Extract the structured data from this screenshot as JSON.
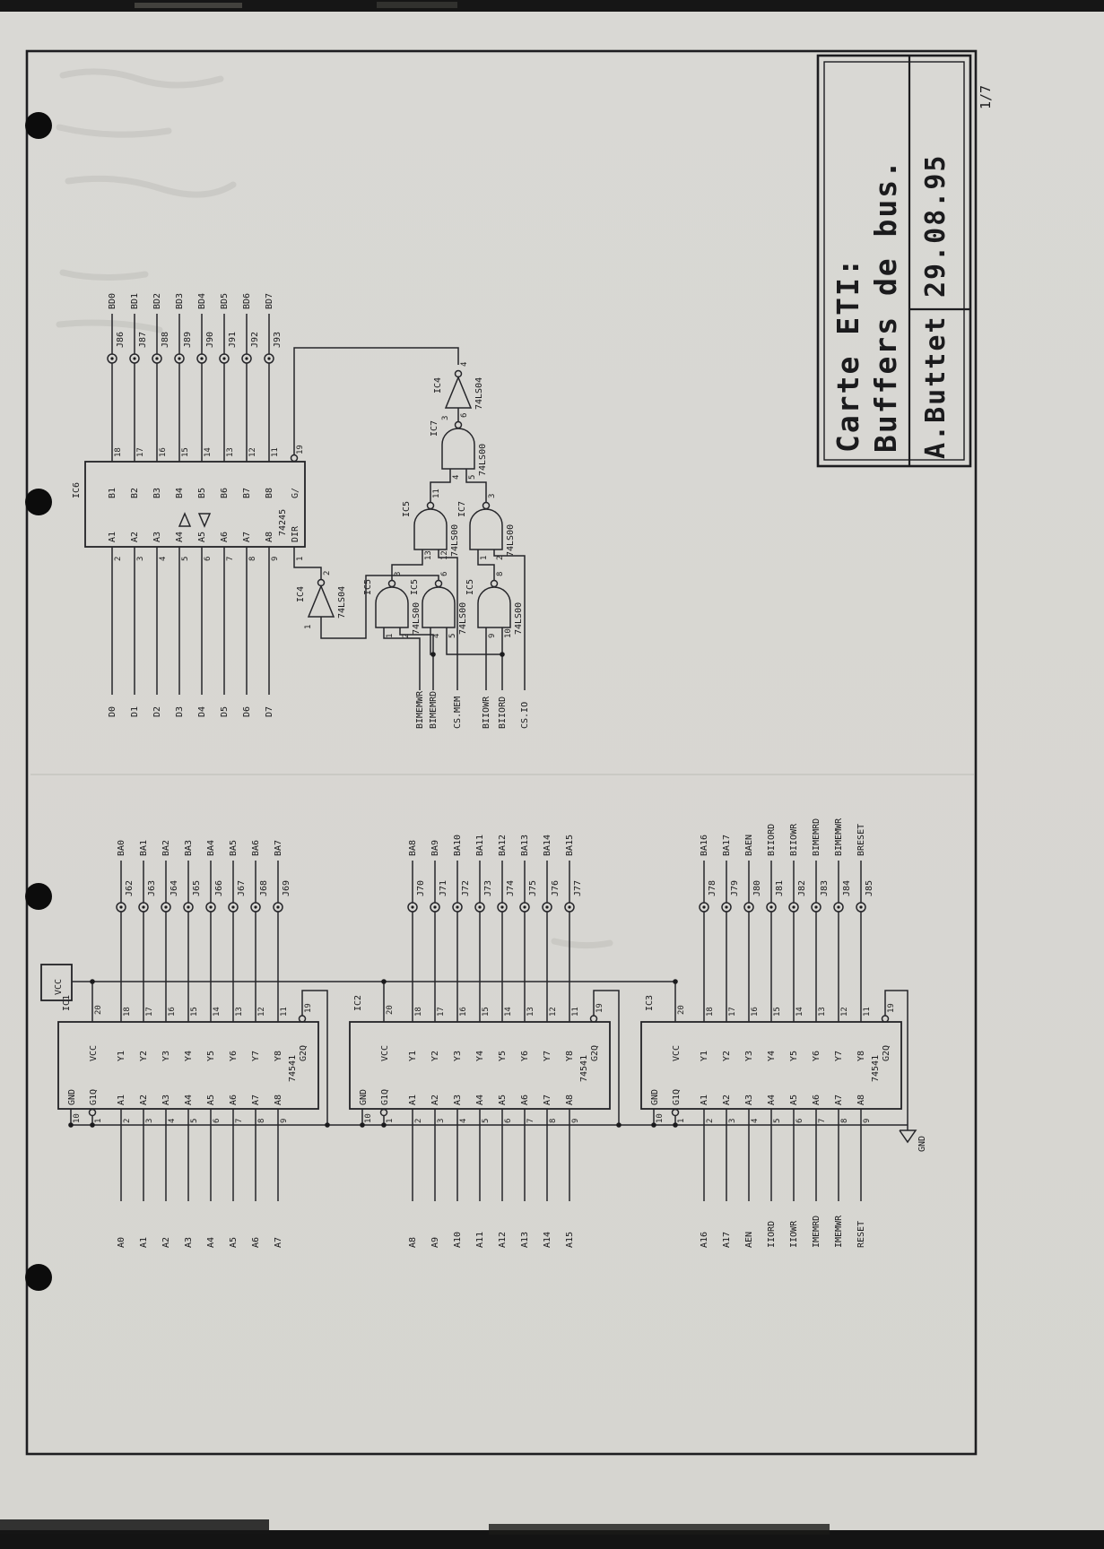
{
  "page": {
    "number": "1/7"
  },
  "title_block": {
    "line1": "Carte ETI:",
    "line2": "Buffers de bus.",
    "author": "A.Buttet",
    "date": "29.08.95"
  },
  "power": {
    "vcc_label": "VCC",
    "gnd_label": "GND"
  },
  "transceiver": {
    "ref": "IC6",
    "part": "74245",
    "g_pin": "19",
    "g_label": "G/",
    "dir_pin": "1",
    "dir_label": "DIR",
    "b_pin_numbers": [
      "18",
      "17",
      "16",
      "15",
      "14",
      "13",
      "12",
      "11"
    ],
    "b_labels": [
      "B1",
      "B2",
      "B3",
      "B4",
      "B5",
      "B6",
      "B7",
      "B8"
    ],
    "a_pin_numbers": [
      "2",
      "3",
      "4",
      "5",
      "6",
      "7",
      "8",
      "9"
    ],
    "a_labels": [
      "A1",
      "A2",
      "A3",
      "A4",
      "A5",
      "A6",
      "A7",
      "A8"
    ],
    "connectors": [
      "J86",
      "J87",
      "J88",
      "J89",
      "J90",
      "J91",
      "J92",
      "J93"
    ],
    "bus_labels": [
      "BD0",
      "BD1",
      "BD2",
      "BD3",
      "BD4",
      "BD5",
      "BD6",
      "BD7"
    ],
    "data_labels": [
      "D0",
      "D1",
      "D2",
      "D3",
      "D4",
      "D5",
      "D6",
      "D7"
    ]
  },
  "gates": {
    "nands": [
      {
        "ref": "IC5",
        "part": "74LS00",
        "in_pins": [
          "1",
          "2"
        ],
        "out_pin": "3"
      },
      {
        "ref": "IC5",
        "part": "74LS00",
        "in_pins": [
          "4",
          "5"
        ],
        "out_pin": "6"
      },
      {
        "ref": "IC5",
        "part": "74LS00",
        "in_pins": [
          "9",
          "10"
        ],
        "out_pin": "8"
      },
      {
        "ref": "IC5",
        "part": "74LS00",
        "in_pins": [
          "13",
          "12"
        ],
        "out_pin": "11"
      },
      {
        "ref": "IC7",
        "part": "74LS00",
        "in_pins": [
          "1",
          "2"
        ],
        "out_pin": "3"
      },
      {
        "ref": "IC7",
        "part": "74LS00",
        "in_pins": [
          "4",
          "5"
        ],
        "out_pin": "6"
      }
    ],
    "inverters": [
      {
        "ref": "IC4",
        "part": "74LS04",
        "in_pin": "1",
        "out_pin": "2"
      },
      {
        "ref": "IC4",
        "part": "74LS04",
        "in_pin": "3",
        "out_pin": "4"
      }
    ],
    "signals": [
      "BIMEMWR",
      "BIMEMRD",
      "CS.MEM",
      "BIIOWR",
      "BIIORD",
      "CS.IO"
    ]
  },
  "buffers": [
    {
      "ref": "IC1",
      "part": "74541",
      "vcc_pin": "20",
      "vcc_label": "VCC",
      "gnd_pin": "10",
      "gnd_label": "GND",
      "g1_pin": "1",
      "g1_label": "G1Q",
      "g2_pin": "19",
      "g2_label": "G2Q",
      "top_pin_numbers": [
        "18",
        "17",
        "16",
        "15",
        "14",
        "13",
        "12",
        "11"
      ],
      "y_labels": [
        "Y1",
        "Y2",
        "Y3",
        "Y4",
        "Y5",
        "Y6",
        "Y7",
        "Y8"
      ],
      "bottom_pin_numbers": [
        "2",
        "3",
        "4",
        "5",
        "6",
        "7",
        "8",
        "9"
      ],
      "a_labels": [
        "A1",
        "A2",
        "A3",
        "A4",
        "A5",
        "A6",
        "A7",
        "A8"
      ],
      "connectors": [
        "J62",
        "J63",
        "J64",
        "J65",
        "J66",
        "J67",
        "J68",
        "J69"
      ],
      "bus_labels": [
        "BA0",
        "BA1",
        "BA2",
        "BA3",
        "BA4",
        "BA5",
        "BA6",
        "BA7"
      ],
      "input_labels": [
        "A0",
        "A1",
        "A2",
        "A3",
        "A4",
        "A5",
        "A6",
        "A7"
      ]
    },
    {
      "ref": "IC2",
      "part": "74541",
      "vcc_pin": "20",
      "vcc_label": "VCC",
      "gnd_pin": "10",
      "gnd_label": "GND",
      "g1_pin": "1",
      "g1_label": "G1Q",
      "g2_pin": "19",
      "g2_label": "G2Q",
      "top_pin_numbers": [
        "18",
        "17",
        "16",
        "15",
        "14",
        "13",
        "12",
        "11"
      ],
      "y_labels": [
        "Y1",
        "Y2",
        "Y3",
        "Y4",
        "Y5",
        "Y6",
        "Y7",
        "Y8"
      ],
      "bottom_pin_numbers": [
        "2",
        "3",
        "4",
        "5",
        "6",
        "7",
        "8",
        "9"
      ],
      "a_labels": [
        "A1",
        "A2",
        "A3",
        "A4",
        "A5",
        "A6",
        "A7",
        "A8"
      ],
      "connectors": [
        "J70",
        "J71",
        "J72",
        "J73",
        "J74",
        "J75",
        "J76",
        "J77"
      ],
      "bus_labels": [
        "BA8",
        "BA9",
        "BA10",
        "BA11",
        "BA12",
        "BA13",
        "BA14",
        "BA15"
      ],
      "input_labels": [
        "A8",
        "A9",
        "A10",
        "A11",
        "A12",
        "A13",
        "A14",
        "A15"
      ]
    },
    {
      "ref": "IC3",
      "part": "74541",
      "vcc_pin": "20",
      "vcc_label": "VCC",
      "gnd_pin": "10",
      "gnd_label": "GND",
      "g1_pin": "1",
      "g1_label": "G1Q",
      "g2_pin": "19",
      "g2_label": "G2Q",
      "top_pin_numbers": [
        "18",
        "17",
        "16",
        "15",
        "14",
        "13",
        "12",
        "11"
      ],
      "y_labels": [
        "Y1",
        "Y2",
        "Y3",
        "Y4",
        "Y5",
        "Y6",
        "Y7",
        "Y8"
      ],
      "bottom_pin_numbers": [
        "2",
        "3",
        "4",
        "5",
        "6",
        "7",
        "8",
        "9"
      ],
      "a_labels": [
        "A1",
        "A2",
        "A3",
        "A4",
        "A5",
        "A6",
        "A7",
        "A8"
      ],
      "connectors": [
        "J78",
        "J79",
        "J80",
        "J81",
        "J82",
        "J83",
        "J84",
        "J85"
      ],
      "bus_labels": [
        "BA16",
        "BA17",
        "BAEN",
        "BIIORD",
        "BIIOWR",
        "BIMEMRD",
        "BIMEMWR",
        "BRESET"
      ],
      "input_labels": [
        "A16",
        "A17",
        "AEN",
        "IIORD",
        "IIOWR",
        "IMEMRD",
        "IMEMWR",
        "RESET"
      ]
    }
  ]
}
